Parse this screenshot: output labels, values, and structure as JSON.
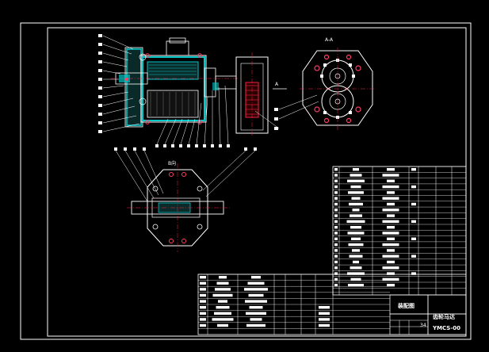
{
  "drawing": {
    "section_label_aa": "A-A",
    "section_label_top": "A",
    "section_label_bb": "B向",
    "title_block": {
      "drawing_title": "装配图",
      "product_name": "齿轮马达",
      "drawing_number": "YMCS-00",
      "sheet_label": "34"
    }
  },
  "colors": {
    "background": "#000000",
    "outline": "#ffffff",
    "section_fill": "#00c8c8",
    "bolt_marker": "#ff3c64",
    "detail_red": "#ff2040"
  }
}
